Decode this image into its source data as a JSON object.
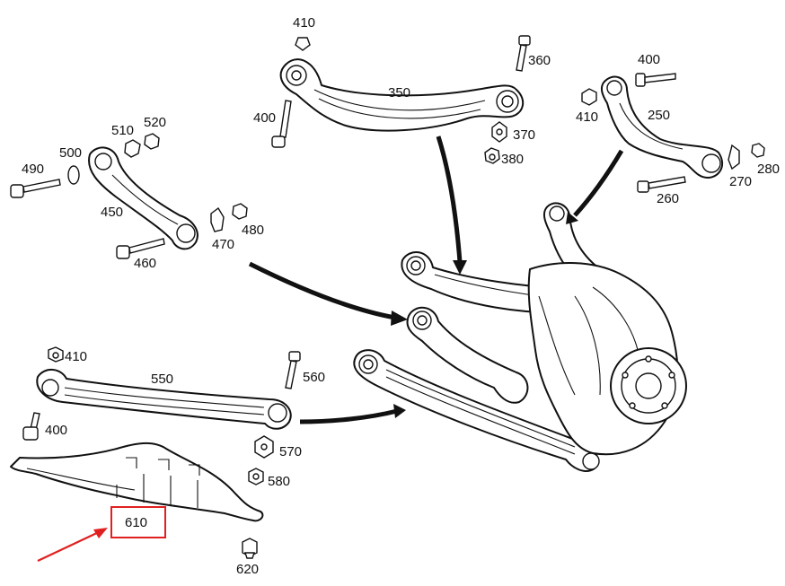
{
  "labels": {
    "l350": "350",
    "l360": "360",
    "l370": "370",
    "l380": "380",
    "l400a": "400",
    "l410a": "410",
    "l400b": "400",
    "l410b": "410",
    "l250": "250",
    "l260": "260",
    "l270": "270",
    "l280": "280",
    "l490": "490",
    "l500": "500",
    "l510": "510",
    "l520": "520",
    "l450": "450",
    "l460": "460",
    "l470": "470",
    "l480": "480",
    "l410c": "410",
    "l550": "550",
    "l560": "560",
    "l400c": "400",
    "l570": "570",
    "l580": "580",
    "l610": "610",
    "l620": "620"
  },
  "colors": {
    "line": "#111111",
    "highlight": "#e02020",
    "background": "#ffffff"
  }
}
